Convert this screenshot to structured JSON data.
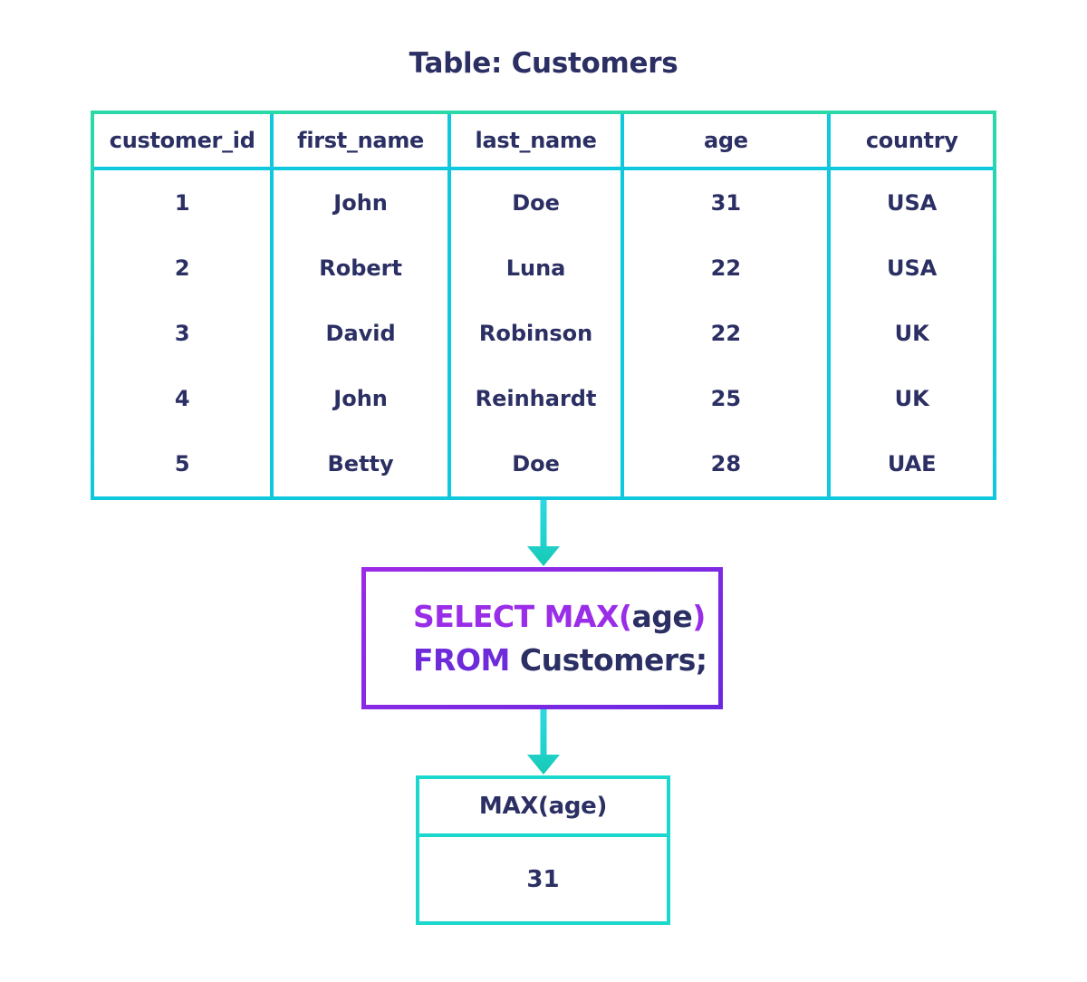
{
  "title": "Table: Customers",
  "source_table": {
    "columns": [
      {
        "header": "customer_id",
        "values": [
          "1",
          "2",
          "3",
          "4",
          "5"
        ]
      },
      {
        "header": "first_name",
        "values": [
          "John",
          "Robert",
          "David",
          "John",
          "Betty"
        ]
      },
      {
        "header": "last_name",
        "values": [
          "Doe",
          "Luna",
          "Robinson",
          "Reinhardt",
          "Doe"
        ]
      },
      {
        "header": "age",
        "values": [
          "31",
          "22",
          "22",
          "25",
          "28"
        ]
      },
      {
        "header": "country",
        "values": [
          "USA",
          "USA",
          "UK",
          "UK",
          "UAE"
        ]
      }
    ]
  },
  "query": {
    "select_part": "SELECT MAX(",
    "column_arg": "age",
    "close_paren": ")",
    "from_keyword": "FROM",
    "table_ref": "Customers;"
  },
  "result_table": {
    "header": "MAX(age)",
    "value": "31"
  },
  "icons": {
    "flow_arrow_1": "down-arrow",
    "flow_arrow_2": "down-arrow"
  },
  "colors": {
    "background": "#ffffff",
    "text": "#2b2f63",
    "cyan_border": "#0fc8dd",
    "cyan_border_alt": "#2bd9a8",
    "cyan_border_result": "#1ad8cd",
    "arrow_start": "#2ed7e2",
    "arrow_end": "#16c9b2",
    "purple_border": "#9c2ae6",
    "purple_border_end": "#6a28e0",
    "keyword_primary": "#9a2de8",
    "keyword_secondary": "#6e2bda"
  }
}
